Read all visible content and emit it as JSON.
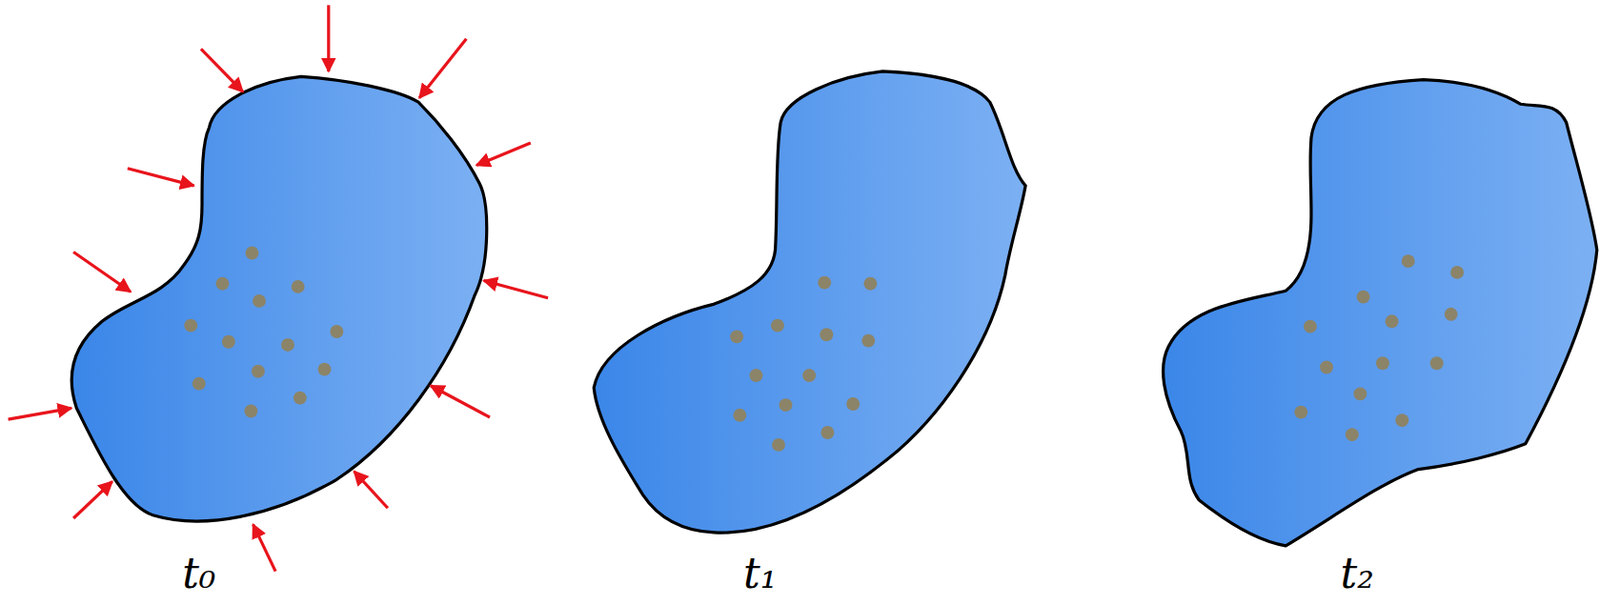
{
  "diagram": {
    "labels": [
      "t₀",
      "t₁",
      "t₂"
    ]
  }
}
